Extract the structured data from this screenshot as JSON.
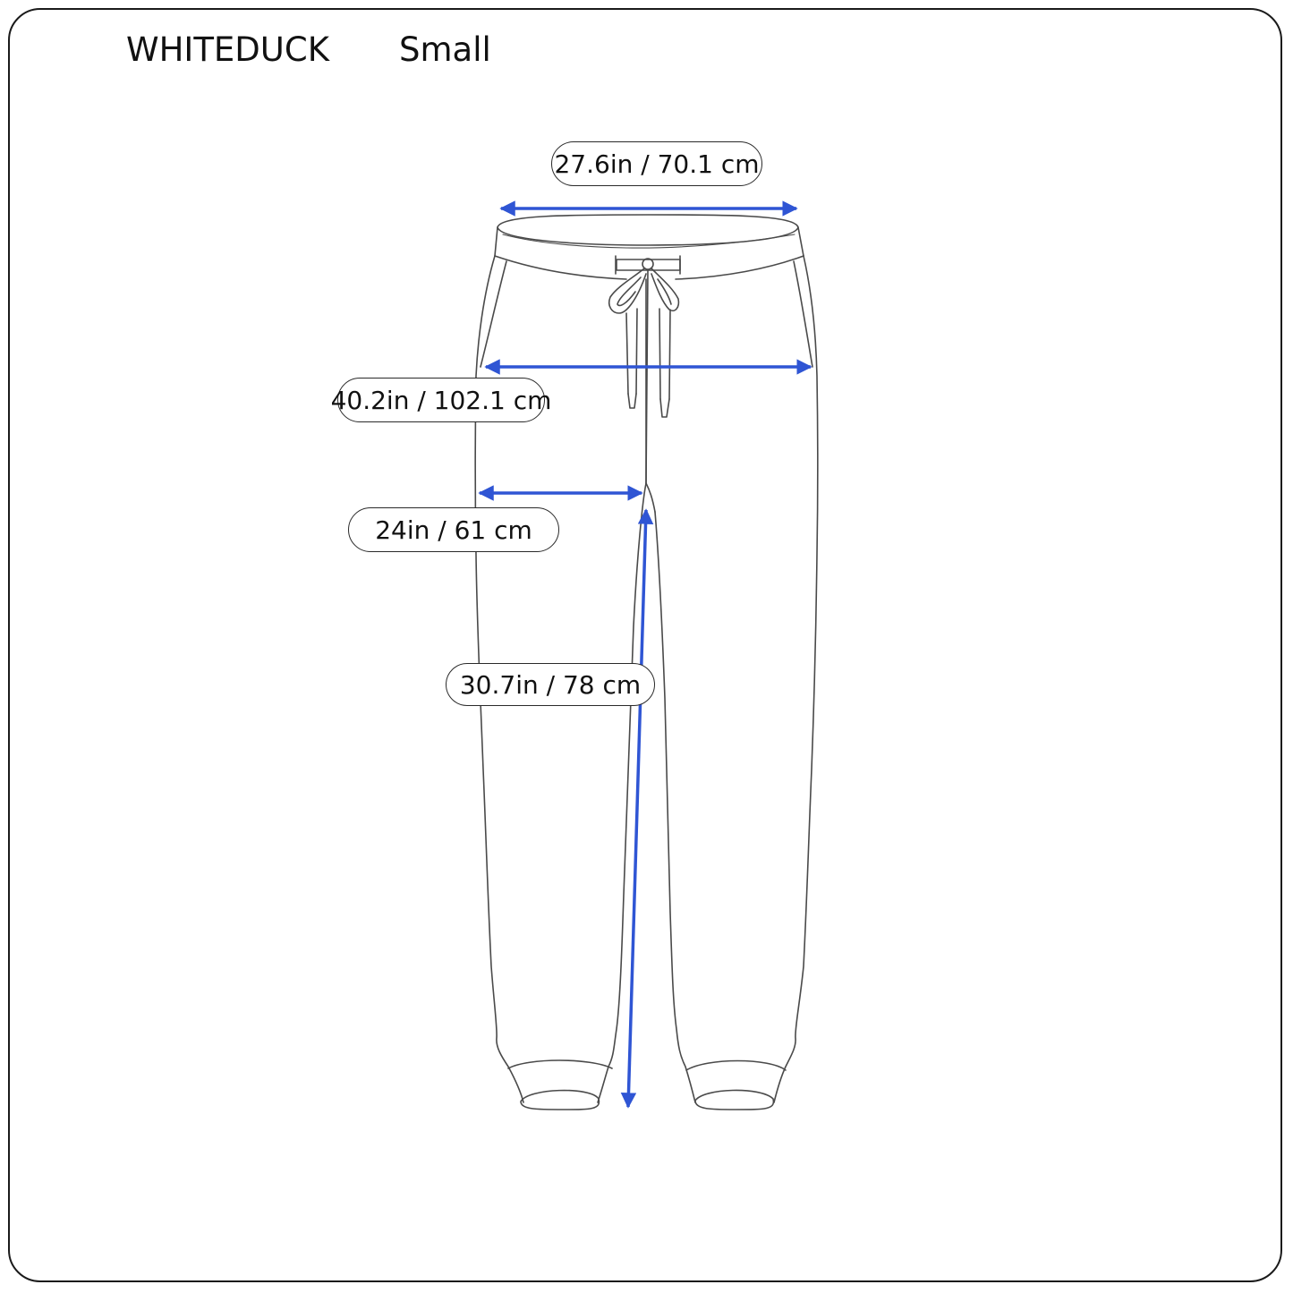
{
  "header": {
    "brand": "WHITEDUCK",
    "size": "Small"
  },
  "diagram": {
    "subject": "jogger-pants-outline",
    "arrow_color": "#2f55d4",
    "outline_color": "#4a4a4a",
    "measurements": [
      {
        "id": "waist",
        "label": "27.6in / 70.1 cm",
        "inches": 27.6,
        "cm": 70.1,
        "orientation": "horizontal"
      },
      {
        "id": "hip",
        "label": "40.2in / 102.1 cm",
        "inches": 40.2,
        "cm": 102.1,
        "orientation": "horizontal"
      },
      {
        "id": "thigh",
        "label": "24in / 61 cm",
        "inches": 24,
        "cm": 61,
        "orientation": "horizontal"
      },
      {
        "id": "inseam",
        "label": "30.7in / 78 cm",
        "inches": 30.7,
        "cm": 78,
        "orientation": "vertical"
      }
    ]
  }
}
